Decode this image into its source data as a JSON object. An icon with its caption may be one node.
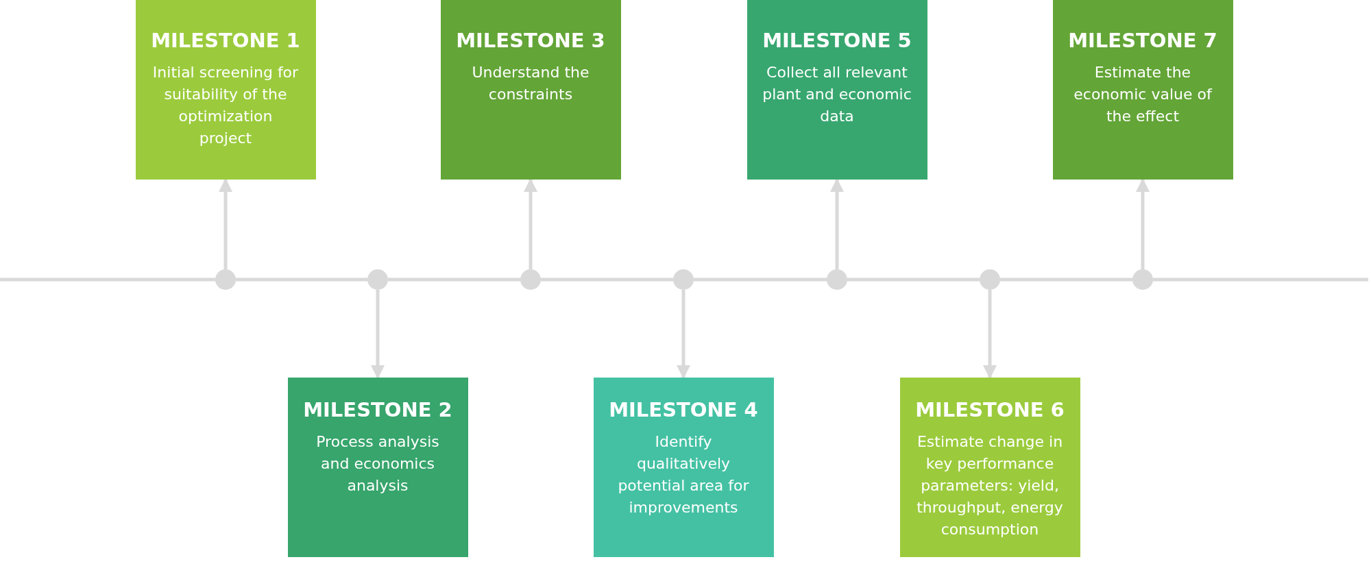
{
  "diagram": {
    "nodes": [
      {
        "text": [
          "MILESTONE 1",
          "Initial screening for suitability of the optimization project"
        ]
      },
      {
        "text": [
          "MILESTONE 2",
          "Process analysis and economics analysis"
        ]
      },
      {
        "text": [
          "MILESTONE 3",
          "Understand the constraints"
        ]
      },
      {
        "text": [
          "MILESTONE 4",
          "Identify qualitatively potential area for improvements"
        ]
      },
      {
        "text": [
          "MILESTONE 5",
          "Collect all relevant plant and economic data"
        ]
      },
      {
        "text": [
          "MILESTONE 6",
          "Estimate change in key performance parameters: yield, throughput, energy consumption"
        ]
      },
      {
        "text": [
          "MILESTONE 7",
          "Estimate the economic value of the effect"
        ]
      },
      {
        "text": [],
        "shape": "circle"
      },
      {
        "text": [],
        "shape": "circle"
      },
      {
        "text": [],
        "shape": "circle"
      },
      {
        "text": [],
        "shape": "circle"
      },
      {
        "text": [],
        "shape": "circle"
      },
      {
        "text": [],
        "shape": "circle"
      },
      {
        "text": [],
        "shape": "circle"
      }
    ],
    "edges": [
      {
        "from": 7,
        "to": 0,
        "arrow": "to"
      },
      {
        "from": 8,
        "to": 1,
        "arrow": "to"
      },
      {
        "from": 9,
        "to": 2,
        "arrow": "to"
      },
      {
        "from": 10,
        "to": 3,
        "arrow": "to"
      },
      {
        "from": 11,
        "to": 4,
        "arrow": "to"
      },
      {
        "from": 12,
        "to": 5,
        "arrow": "to"
      },
      {
        "from": 13,
        "to": 6,
        "arrow": "to"
      },
      {
        "from": 7,
        "to": 8,
        "arrow": "none"
      },
      {
        "from": 8,
        "to": 9,
        "arrow": "none"
      },
      {
        "from": 9,
        "to": 10,
        "arrow": "none"
      },
      {
        "from": 10,
        "to": 11,
        "arrow": "none"
      },
      {
        "from": 11,
        "to": 12,
        "arrow": "none"
      },
      {
        "from": 12,
        "to": 13,
        "arrow": "none"
      }
    ]
  }
}
